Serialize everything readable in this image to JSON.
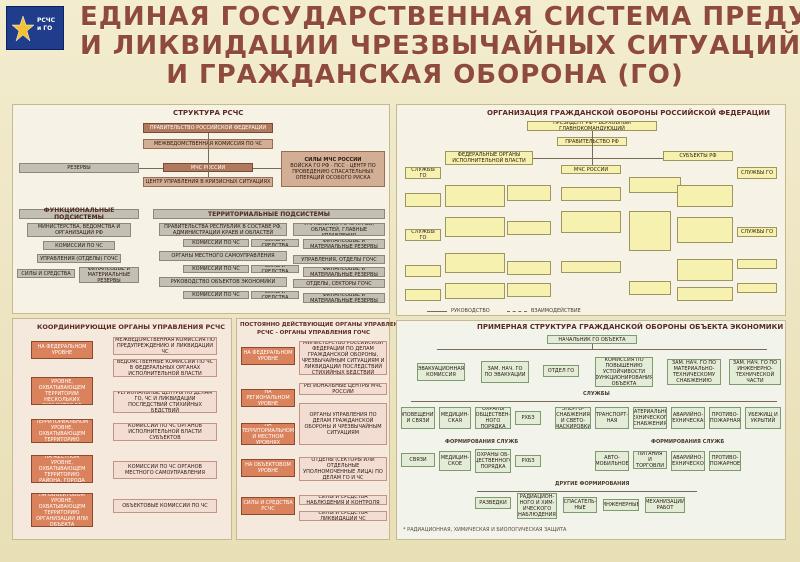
{
  "title": {
    "line1": "ЕДИНАЯ ГОСУДАРСТВЕННАЯ СИСТЕМА ПРЕДУПРЕЖДЕНИЯ",
    "line2": "И ЛИКВИДАЦИИ ЧРЕЗВЫЧАЙНЫХ СИТУАЦИЙ (РСЧС)",
    "line3": "И ГРАЖДАНСКАЯ ОБОРОНА (ГО)"
  },
  "emblem": {
    "text1": "РСЧС",
    "text2": "и ГО"
  },
  "structure": {
    "title": "СТРУКТУРА РСЧС",
    "gov": "ПРАВИТЕЛЬСТВО РОССИЙСКОЙ ФЕДЕРАЦИИ",
    "mvk": "МЕЖВЕДОМСТВЕННАЯ КОМИССИЯ ПО ЧС",
    "mchs": "МЧС РОССИИ",
    "center": "ЦЕНТР УПРАВЛЕНИЯ В КРИЗИСНЫХ СИТУАЦИЯХ",
    "reserves": "РЕЗЕРВЫ",
    "forces": "СИЛЫ МЧС РОССИИ",
    "forces_items": "ВОЙСКА ГО РФ · ПСС · ЦЕНТР ПО ПРОВЕДЕНИЮ СПАСАТЕЛЬНЫХ ОПЕРАЦИЙ ОСОБОГО РИСКА",
    "func_band": "ФУНКЦИОНАЛЬНЫЕ ПОДСИСТЕМЫ",
    "terr_band": "ТЕРРИТОРИАЛЬНЫЕ ПОДСИСТЕМЫ",
    "ministries": "МИНИСТЕРСТВА, ВЕДОМСТВА И ОРГАНИЗАЦИИ РФ",
    "kchs": "КОМИССИИ ПО ЧС",
    "upr": "УПРАВЛЕНИЯ (ОТДЕЛЫ) ГОЧС",
    "sily": "СИЛЫ И СРЕДСТВА",
    "finres": "ФИНАНСОВЫЕ И МАТЕРИАЛЬНЫЕ РЕЗЕРВЫ",
    "gov_subj": "ПРАВИТЕЛЬСТВА РЕСПУБЛИК В СОСТАВЕ РФ, АДМИНИСТРАЦИИ КРАЕВ И ОБЛАСТЕЙ",
    "local": "ОРГАНЫ МЕСТНОГО САМОУПРАВЛЕНИЯ",
    "leaders": "РУКОВОДСТВО ОБЪЕКТОВ ЭКОНОМИКИ",
    "gochs_regions": "УПРАВЛЕНИЯ ГОЧС КРАЕВ, ОБЛАСТЕЙ, ГЛАВНЫЕ УПРАВЛЕНИЯ",
    "gochs_cities": "УПРАВЛЕНИЯ, ОТДЕЛЫ ГОЧС",
    "sectors": "ОТДЕЛЫ, СЕКТОРЫ ГОЧС"
  },
  "coord": {
    "title": "КООРДИНИРУЮЩИЕ ОРГАНЫ УПРАВЛЕНИЯ РСЧС",
    "levels": [
      "НА ФЕДЕРАЛЬНОМ УРОВНЕ",
      "НА РЕГИОНАЛЬНОМ УРОВНЕ, ОХВАТЫВАЮЩЕМ ТЕРРИТОРИИ НЕСКОЛЬКИХ СУБЪЕКТОВ РФ",
      "НА ТЕРРИТОРИАЛЬНОМ УРОВНЕ, ОХВАТЫВАЮЩЕМ ТЕРРИТОРИЮ СУБЪЕКТА РФ",
      "НА МЕСТНОМ УРОВНЕ, ОХВАТЫВАЮЩЕМ ТЕРРИТОРИЮ РАЙОНА, ГОРОДА",
      "НА ОБЪЕКТОВОМ УРОВНЕ, ОХВАТЫВАЮЩЕМ ТЕРРИТОРИЮ ОРГАНИЗАЦИИ ИЛИ ОБЪЕКТА"
    ],
    "bodies": [
      "МЕЖВЕДОМСТВЕННАЯ КОМИССИЯ ПО ПРЕДУПРЕЖДЕНИЮ И ЛИКВИДАЦИИ ЧС",
      "ВЕДОМСТВЕННЫЕ КОМИССИИ ПО ЧС В ФЕДЕРАЛЬНЫХ ОРГАНАХ ИСПОЛНИТЕЛЬНОЙ ВЛАСТИ",
      "РЕГИОНАЛЬНЫЕ ЦЕНТРЫ ПО ДЕЛАМ ГО, ЧС И ЛИКВИДАЦИИ ПОСЛЕДСТВИЙ СТИХИЙНЫХ БЕДСТВИЙ",
      "КОМИССИИ ПО ЧС ОРГАНОВ ИСПОЛНИТЕЛЬНОЙ ВЛАСТИ СУБЪЕКТОВ",
      "КОМИССИИ ПО ЧС ОРГАНОВ МЕСТНОГО САМОУПРАВЛЕНИЯ",
      "ОБЪЕКТОВЫЕ КОМИССИИ ПО ЧС"
    ]
  },
  "permanent": {
    "title1": "ПОСТОЯННО ДЕЙСТВУЮЩИЕ ОРГАНЫ УПРАВЛЕНИЯ",
    "title2": "РСЧС - ОРГАНЫ УПРАВЛЕНИЯ ГОЧС",
    "levels": [
      "НА ФЕДЕРАЛЬНОМ УРОВНЕ",
      "НА РЕГИОНАЛЬНОМ УРОВНЕ",
      "НА ТЕРРИТОРИАЛЬНОМ И МЕСТНОМ УРОВНЯХ",
      "НА ОБЪЕКТОВОМ УРОВНЕ"
    ],
    "bodies": [
      "МИНИСТЕРСТВО РОССИЙСКОЙ ФЕДЕРАЦИИ ПО ДЕЛАМ ГРАЖДАНСКОЙ ОБОРОНЫ, ЧРЕЗВЫЧАЙНЫМ СИТУАЦИЯМ И ЛИКВИДАЦИИ ПОСЛЕДСТВИЙ СТИХИЙНЫХ БЕДСТВИЙ",
      "РЕГИОНАЛЬНЫЕ ЦЕНТРЫ МЧС РОССИИ",
      "ОРГАНЫ УПРАВЛЕНИЯ ПО ДЕЛАМ ГРАЖДАНСКОЙ ОБОРОНЫ И ЧРЕЗВЫЧАЙНЫМ СИТУАЦИЯМ",
      "ОТДЕЛЫ (СЕКТОРЫ ИЛИ ОТДЕЛЬНЫЕ УПОЛНОМОЧЕННЫЕ ЛИЦА) ПО ДЕЛАМ ГО И ЧС"
    ],
    "forces": "СИЛЫ И СРЕДСТВА РСЧС",
    "forces_items": [
      "СИЛЫ И СРЕДСТВА НАБЛЮДЕНИЯ И КОНТРОЛЯ",
      "СИЛЫ И СРЕДСТВА ЛИКВИДАЦИИ ЧС"
    ]
  },
  "go_org": {
    "title": "ОРГАНИЗАЦИЯ ГРАЖДАНСКОЙ ОБОРОНЫ РОССИЙСКОЙ ФЕДЕРАЦИИ",
    "president": "ПРЕЗИДЕНТ РФ – ВЕРХОВНЫЙ ГЛАВНОКОМАНДУЮЩИЙ",
    "government": "ПРАВИТЕЛЬСТВО РФ",
    "federal": "ФЕДЕРАЛЬНЫЕ ОРГАНЫ ИСПОЛНИТЕЛЬНОЙ ВЛАСТИ",
    "mchs": "МЧС РОССИИ",
    "subjects": "СУБЪЕКТЫ РФ",
    "services_go": "СЛУЖБЫ ГО",
    "rukovod": "РУКОВОДСТВО",
    "vzaimo": "ВЗАИМОДЕЙСТВИЕ"
  },
  "object_go": {
    "title": "ПРИМЕРНАЯ СТРУКТУРА ГРАЖДАНСКОЙ ОБОРОНЫ ОБЪЕКТА ЭКОНОМИКИ",
    "chief": "НАЧАЛЬНИК ГО ОБЪЕКТА",
    "top": [
      "ЭВАКУАЦИОННАЯ КОМИССИЯ",
      "ЗАМ. НАЧ. ГО ПО ЭВАКУАЦИИ",
      "ОТДЕЛ ГО",
      "КОМИССИЯ ПО ПОВЫШЕНИЮ УСТОЙЧИВОСТИ ФУНКЦИОНИРОВАНИЯ ОБЪЕКТА",
      "ЗАМ. НАЧ. ГО ПО МАТЕРИАЛЬНО-ТЕХНИЧЕСКОМУ СНАБЖЕНИЮ",
      "ЗАМ. НАЧ. ГО ПО ИНЖЕНЕРНО-ТЕХНИЧЕСКОЙ ЧАСТИ"
    ],
    "services_label": "СЛУЖБЫ",
    "services": [
      "ОПОВЕЩЕНИЯ И СВЯЗИ",
      "МЕДИЦИН-СКАЯ",
      "ОХРАНЫ ОБЩЕСТВЕН-НОГО ПОРЯДКА",
      "РХБЗ",
      "ЭНЕРГО-СНАБЖЕНИЯ И СВЕТО-МАСКИРОВКИ",
      "ТРАНСПОРТ-НАЯ",
      "МАТЕРИАЛЬНО-ТЕХНИЧЕСКОГО СНАБЖЕНИЯ",
      "АВАРИЙНО-ТЕХНИЧЕСКАЯ",
      "ПРОТИВО-ПОЖАРНАЯ",
      "УБЕЖИЩ И УКРЫТИЙ"
    ],
    "formations_label": "ФОРМИРОВАНИЯ СЛУЖБ",
    "formations": [
      "СВЯЗИ",
      "МЕДИЦИН-СКОЕ",
      "ОХРАНЫ ОБ-ЩЕСТВЕННОГО ПОРЯДКА",
      "РХБЗ",
      "АВТО-МОБИЛЬНОЕ",
      "ПИТАНИЯ И ТОРГОВЛИ",
      "АВАРИЙНО-ТЕХНИЧЕСКОЕ",
      "ПРОТИВО-ПОЖАРНОЕ"
    ],
    "other_label": "ДРУГИЕ ФОРМИРОВАНИЯ",
    "other": [
      "РАЗВЕДКИ",
      "РАДИАЦИОН-НОГО И ХИМ-ИЧЕСКОГО НАБЛЮДЕНИЯ",
      "СПАСАТЕЛЬ-НЫЕ",
      "ИНЖЕНЕРНЫЕ",
      "МЕХАНИЗАЦИИ РАБОТ"
    ],
    "footnote": "* РАДИАЦИОННАЯ, ХИМИЧЕСКАЯ И БИОЛОГИЧЕСКАЯ ЗАЩИТА"
  },
  "colors": {
    "title": "#8e4a3c",
    "emblem": "#1f3d8a"
  }
}
